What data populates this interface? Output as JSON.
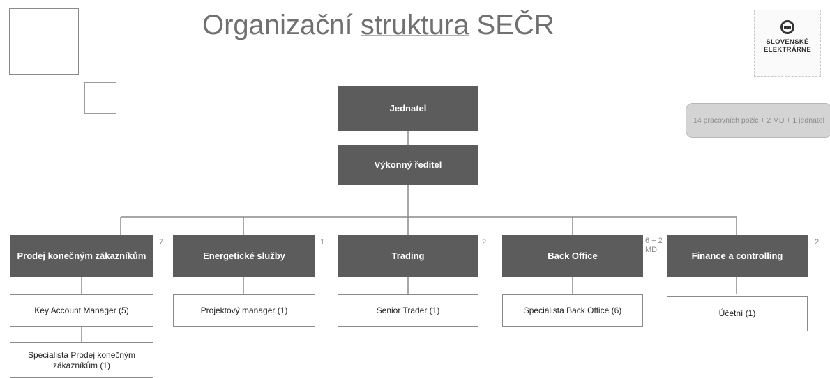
{
  "title": {
    "prefix": "Organizační ",
    "underlined": "struktura",
    "suffix": " SEČR"
  },
  "logo": {
    "icon": "slovenske-elektrarne-logo-icon",
    "line1": "SLOVENSKÉ",
    "line2": "ELEKTRÁRNE"
  },
  "note": "14 pracovních pozic + 2 MD + 1 jednatel",
  "top": {
    "jednatel": "Jednatel",
    "reditel": "Výkonný ředitel"
  },
  "departments": [
    {
      "label": "Prodej konečným zákazníkům",
      "count": "7",
      "roles": [
        "Key Account Manager (5)",
        "Specialista Prodej konečným zákazníkům (1)"
      ]
    },
    {
      "label": "Energetické služby",
      "count": "1",
      "roles": [
        "Projektový manager (1)"
      ]
    },
    {
      "label": "Trading",
      "count": "2",
      "roles": [
        "Senior Trader (1)"
      ]
    },
    {
      "label": "Back Office",
      "count": "6 + 2 MD",
      "roles": [
        "Specialista Back Office (6)"
      ]
    },
    {
      "label": "Finance a controlling",
      "count": "2",
      "roles": [
        "Účetní (1)"
      ]
    }
  ]
}
